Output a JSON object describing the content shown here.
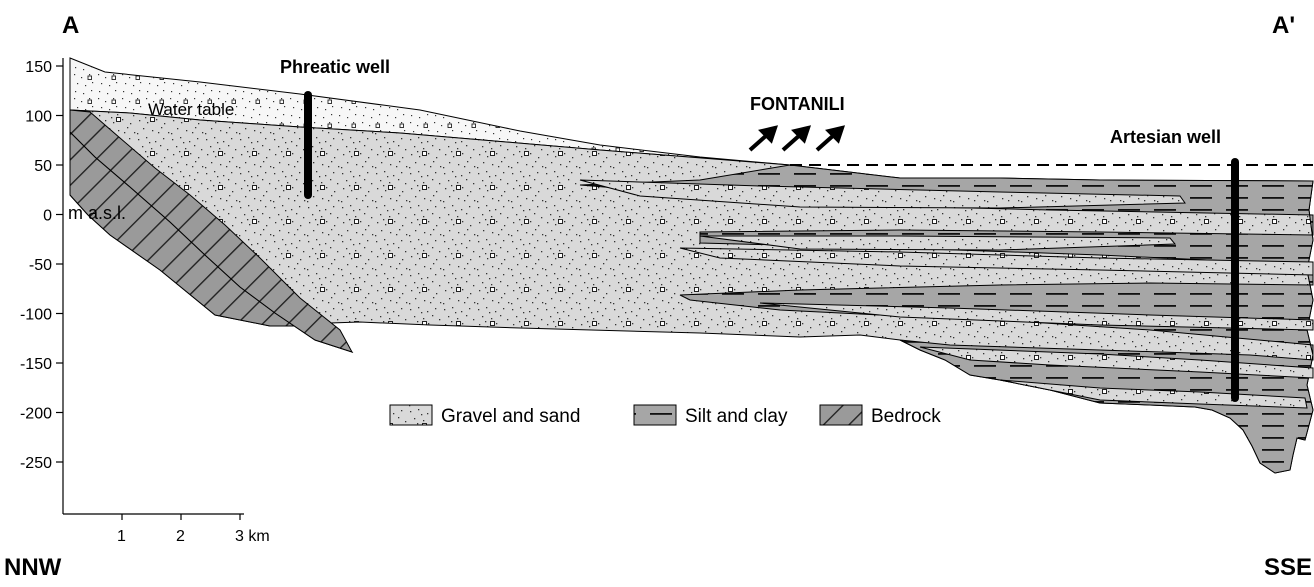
{
  "corners": {
    "top_left": "A",
    "top_right": "A'",
    "bottom_left": "NNW",
    "bottom_right": "SSE"
  },
  "y_axis": {
    "ticks": [
      "150",
      "100",
      "50",
      "0",
      "-50",
      "-100",
      "-150",
      "-200",
      "-250"
    ],
    "unit": "m a.s.l."
  },
  "x_scale": {
    "ticks": [
      "1",
      "2",
      "3 km"
    ]
  },
  "labels": {
    "phreatic_well": "Phreatic well",
    "artesian_well": "Artesian well",
    "fontanili": "FONTANILI",
    "water_table": "Water table"
  },
  "legend": [
    {
      "label": "Gravel and sand",
      "pattern": "gravel"
    },
    {
      "label": "Silt and clay",
      "pattern": "silt"
    },
    {
      "label": "Bedrock",
      "pattern": "bedrock"
    }
  ],
  "colors": {
    "gravel": "#d9d9d9",
    "silt": "#a6a6a6",
    "bedrock": "#9a9a9a",
    "ink": "#000000"
  }
}
